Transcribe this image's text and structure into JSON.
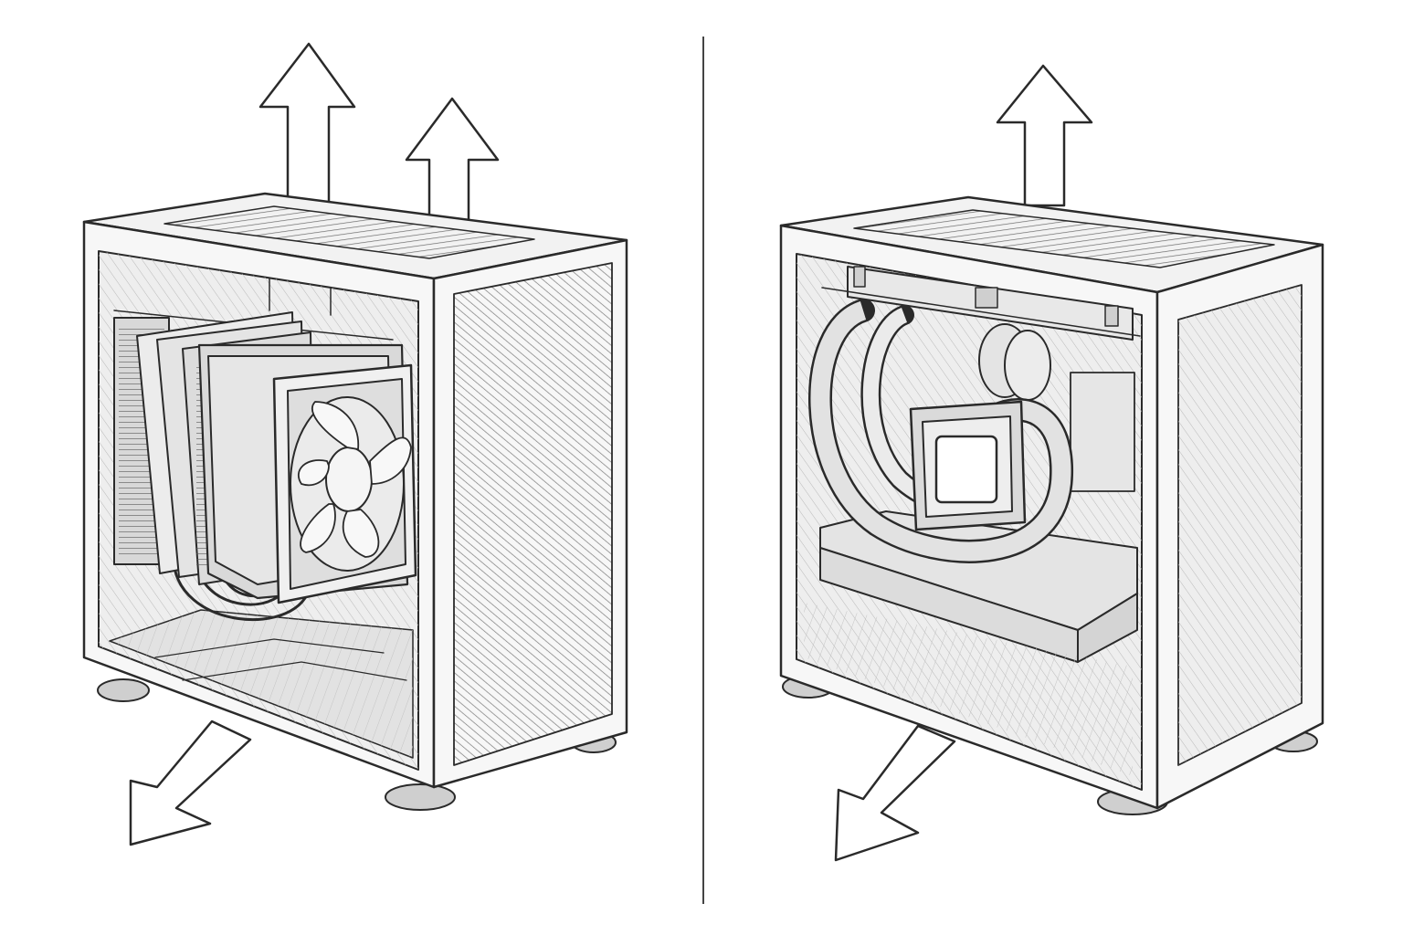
{
  "colors": {
    "ink": "#2a2a2a",
    "paper": "#ffffff",
    "shade": "#e6e6e6",
    "shade_dark": "#cfcfcf"
  },
  "panels": [
    {
      "id": "left",
      "cooler": "tower-air-cooler",
      "exhaust_arrows": [
        "arrow-up",
        "arrow-up",
        "arrow-down-left"
      ]
    },
    {
      "id": "right",
      "cooler": "liquid-cooler-top-radiator",
      "exhaust_arrows": [
        "arrow-up",
        "arrow-down-left"
      ]
    }
  ]
}
